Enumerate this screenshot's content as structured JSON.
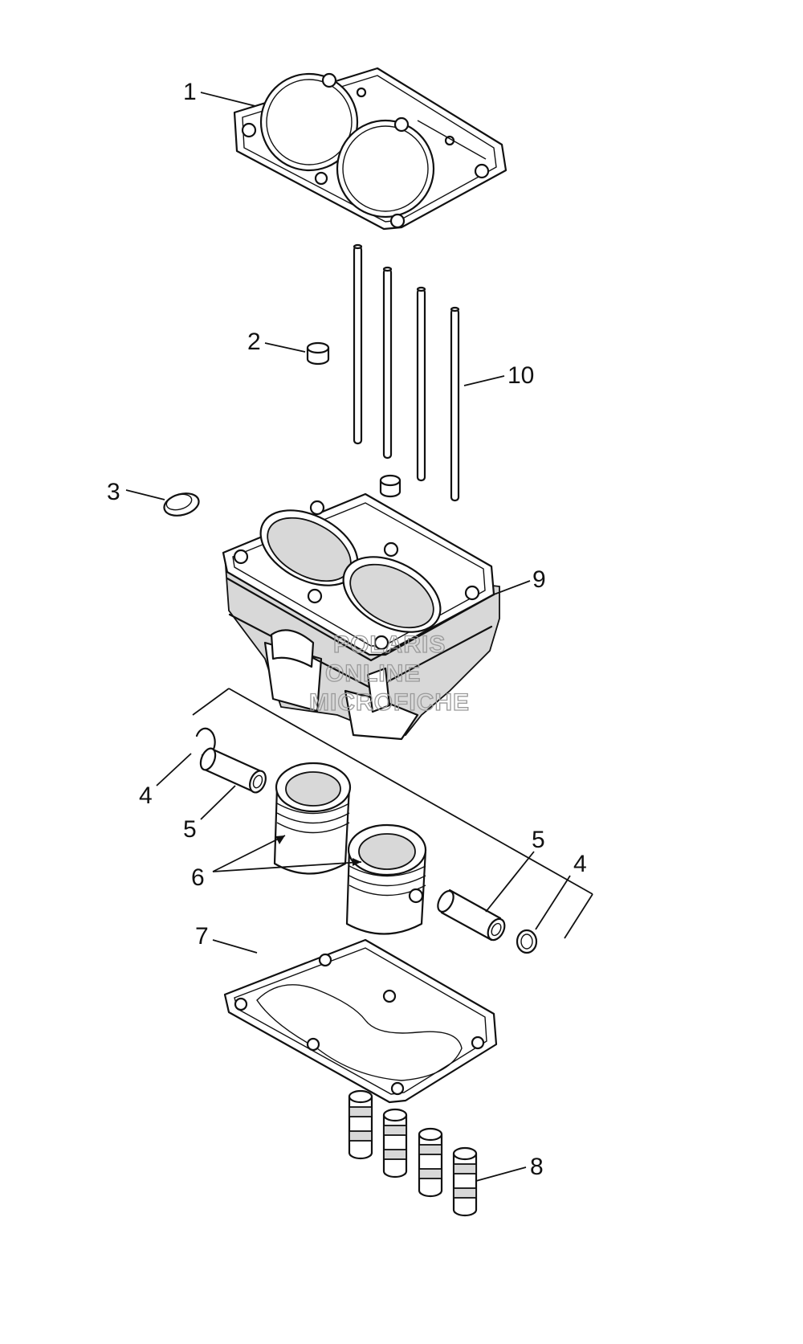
{
  "callouts": {
    "c1": "1",
    "c2": "2",
    "c3": "3",
    "c4a": "4",
    "c4b": "4",
    "c5a": "5",
    "c5b": "5",
    "c6": "6",
    "c7": "7",
    "c8": "8",
    "c9": "9",
    "c10": "10"
  },
  "watermark": {
    "line1": "POLARIS",
    "line2": "ONLINE",
    "line3": "MICROFICHE"
  }
}
